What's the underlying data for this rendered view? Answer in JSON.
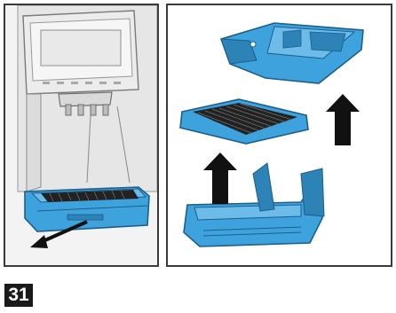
{
  "step": {
    "number": "31"
  },
  "illustration": {
    "left_panel": "appliance-drip-tray-removal",
    "right_panel": "drip-tray-disassembly",
    "accent_color": "#3ea2dc",
    "arrow_color": "#111111"
  }
}
